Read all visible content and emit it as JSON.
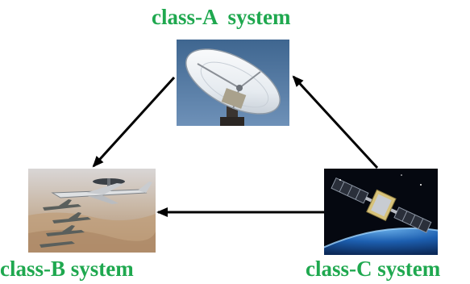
{
  "nodes": {
    "a": {
      "label": "class-A  system",
      "image": "satellite-dish-icon"
    },
    "b": {
      "label": "class-B system",
      "image": "aircraft-formation-icon"
    },
    "c": {
      "label": "class-C system",
      "image": "orbiting-satellite-icon"
    }
  },
  "edges": [
    {
      "from": "a",
      "to": "b"
    },
    {
      "from": "c",
      "to": "b"
    },
    {
      "from": "c",
      "to": "a"
    }
  ],
  "colors": {
    "label": "#1fa84f",
    "arrow": "#000000",
    "dish_sky": "#4a6f95",
    "desert": "#c3a07c",
    "space": "#050810",
    "earth": "#1d5fb0"
  }
}
